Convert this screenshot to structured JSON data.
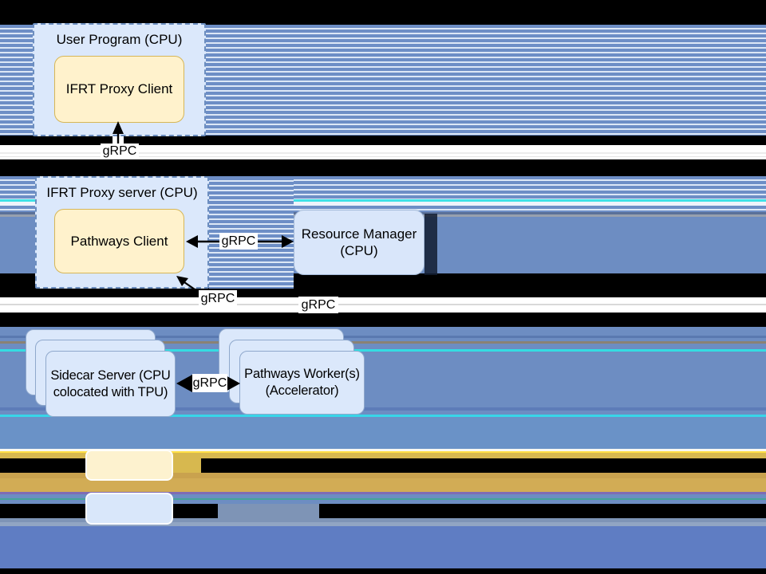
{
  "nodes": {
    "user_program": {
      "title": "User Program (CPU)",
      "inner": "IFRT Proxy Client"
    },
    "proxy_server": {
      "title": "IFRT Proxy server (CPU)",
      "inner": "Pathways Client"
    },
    "resource_manager": {
      "line1": "Resource Manager",
      "line2": "(CPU)"
    },
    "sidecar_server": {
      "line1": "Sidecar Server (CPU",
      "line2": "colocated with TPU)"
    },
    "pathways_workers": {
      "line1": "Pathways Worker(s)",
      "line2": "(Accelerator)"
    }
  },
  "edges": {
    "proxy_to_client": "gRPC",
    "manager_to_pathways_client": "gRPC",
    "sidecar_to_pathways_client": "gRPC",
    "worker_to_manager": "gRPC",
    "sidecar_to_worker": "gRPC"
  },
  "colors": {
    "node_blue_fill": "#dbe8fb",
    "node_blue_border": "#6c8ebf",
    "node_yellow_fill": "#fff2cc",
    "node_yellow_border": "#d6b656",
    "stripe_blue": "#6d8ec6",
    "stripe_light": "#dce7f6",
    "gold_band": "#d2ac55",
    "periwinkle_band": "#5f7dc3",
    "cyan_glitch_line": "#38d5e8"
  }
}
